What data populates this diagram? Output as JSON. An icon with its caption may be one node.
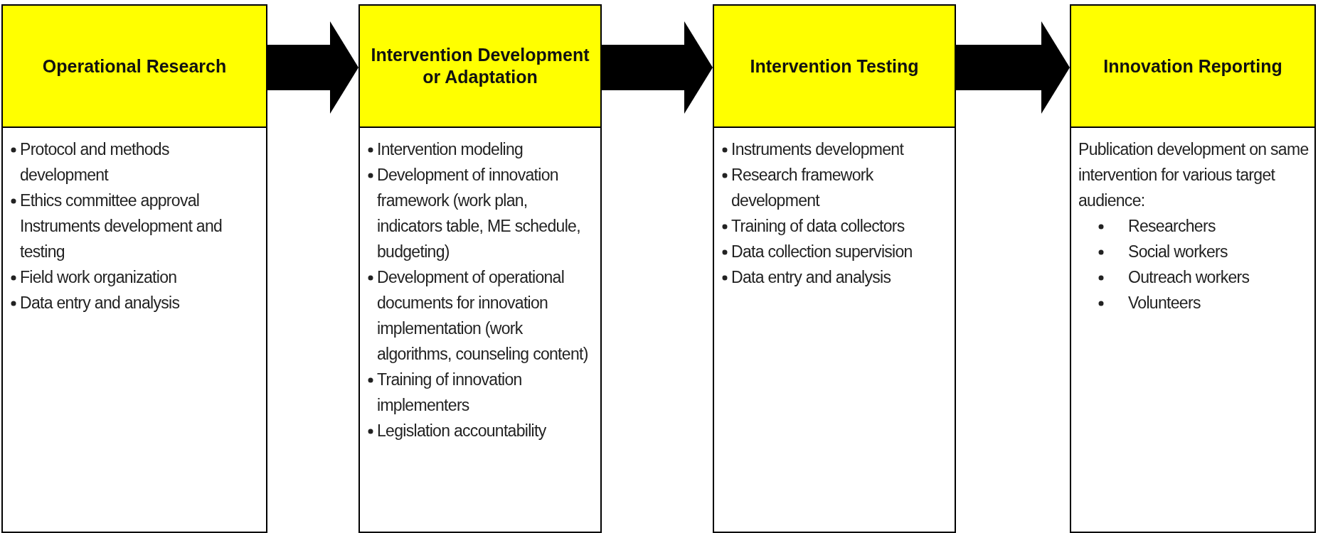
{
  "diagram": {
    "nodes": [
      {
        "text": [
          "Operational Research"
        ]
      },
      {
        "text": [
          "Intervention Development or Adaptation"
        ]
      },
      {
        "text": [
          "Intervention Testing"
        ]
      },
      {
        "text": [
          "Innovation Reporting"
        ]
      },
      {
        "text": [
          "Protocol and methods development",
          "Ethics committee approval Instruments development and testing",
          "Field work organization",
          "Data entry and analysis"
        ]
      },
      {
        "text": [
          "Intervention modeling",
          "Development of innovation framework (work plan, indicators table, ME schedule, budgeting)",
          "Development of operational documents for innovation implementation (work algorithms, counseling content)",
          "Training of innovation implementers",
          "Legislation accountability"
        ]
      },
      {
        "text": [
          "Instruments development",
          "Research framework development",
          "Training of data collectors",
          "Data collection supervision",
          "Data entry and analysis"
        ]
      },
      {
        "text": [
          "Publication development on same intervention for various target audience:",
          "Researchers",
          "Social workers",
          "Outreach workers",
          "Volunteers"
        ]
      }
    ],
    "edges": [
      {
        "from": 0,
        "to": 1,
        "arrow": "to"
      },
      {
        "from": 1,
        "to": 2,
        "arrow": "to"
      },
      {
        "from": 2,
        "to": 3,
        "arrow": "to"
      }
    ]
  }
}
